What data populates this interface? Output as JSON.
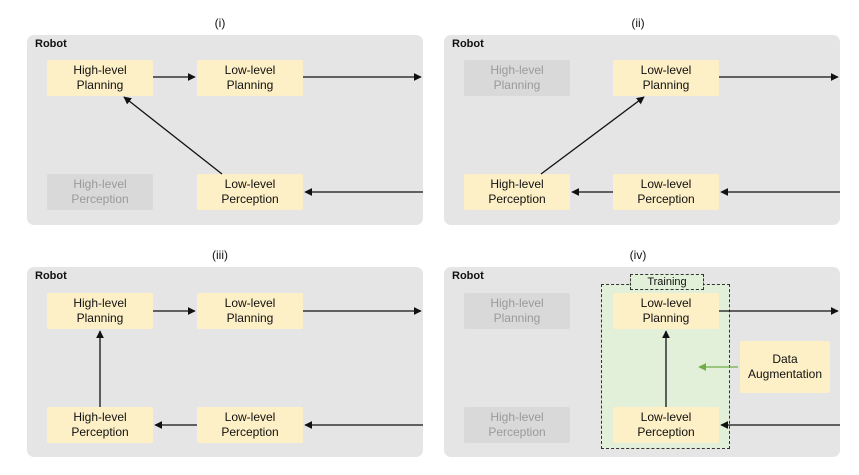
{
  "panels": [
    {
      "title": "(i)",
      "robot_label": "Robot",
      "high_level_planning": "High-level Planning",
      "low_level_planning": "Low-level Planning",
      "high_level_perception": "High-level Perception",
      "low_level_perception": "Low-level Perception"
    },
    {
      "title": "(ii)",
      "robot_label": "Robot",
      "high_level_planning": "High-level Planning",
      "low_level_planning": "Low-level Planning",
      "high_level_perception": "High-level Perception",
      "low_level_perception": "Low-level Perception"
    },
    {
      "title": "(iii)",
      "robot_label": "Robot",
      "high_level_planning": "High-level Planning",
      "low_level_planning": "Low-level Planning",
      "high_level_perception": "High-level Perception",
      "low_level_perception": "Low-level Perception"
    },
    {
      "title": "(iv)",
      "robot_label": "Robot",
      "high_level_planning": "High-level Planning",
      "low_level_planning": "Low-level Planning",
      "high_level_perception": "High-level Perception",
      "low_level_perception": "Low-level Perception",
      "training_label": "Training",
      "data_augmentation": "Data Augmentation"
    }
  ],
  "colors": {
    "panel_background": "#e5e5e5",
    "active_box": "#fdefc6",
    "inactive_box": "#d9d9d9",
    "inactive_text": "#9a9a9a",
    "training_region": "#e2efd9",
    "augmentation_arrow": "#70ad47"
  }
}
